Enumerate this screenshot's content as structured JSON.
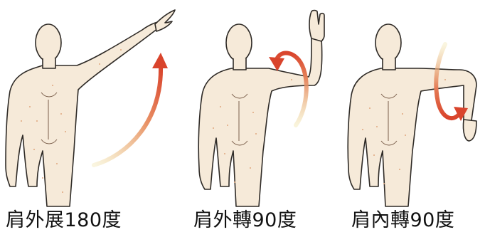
{
  "figures": [
    {
      "id": "abduction",
      "label": "肩外展180度"
    },
    {
      "id": "external-rotation",
      "label": "肩外轉90度"
    },
    {
      "id": "internal-rotation",
      "label": "肩內轉90度"
    }
  ],
  "colors": {
    "skin": "#f6ead9",
    "outline": "#2e2a26",
    "dots": "#e0a77e",
    "arrow_start": "#f0e3a6",
    "arrow_end": "#d9442c"
  }
}
